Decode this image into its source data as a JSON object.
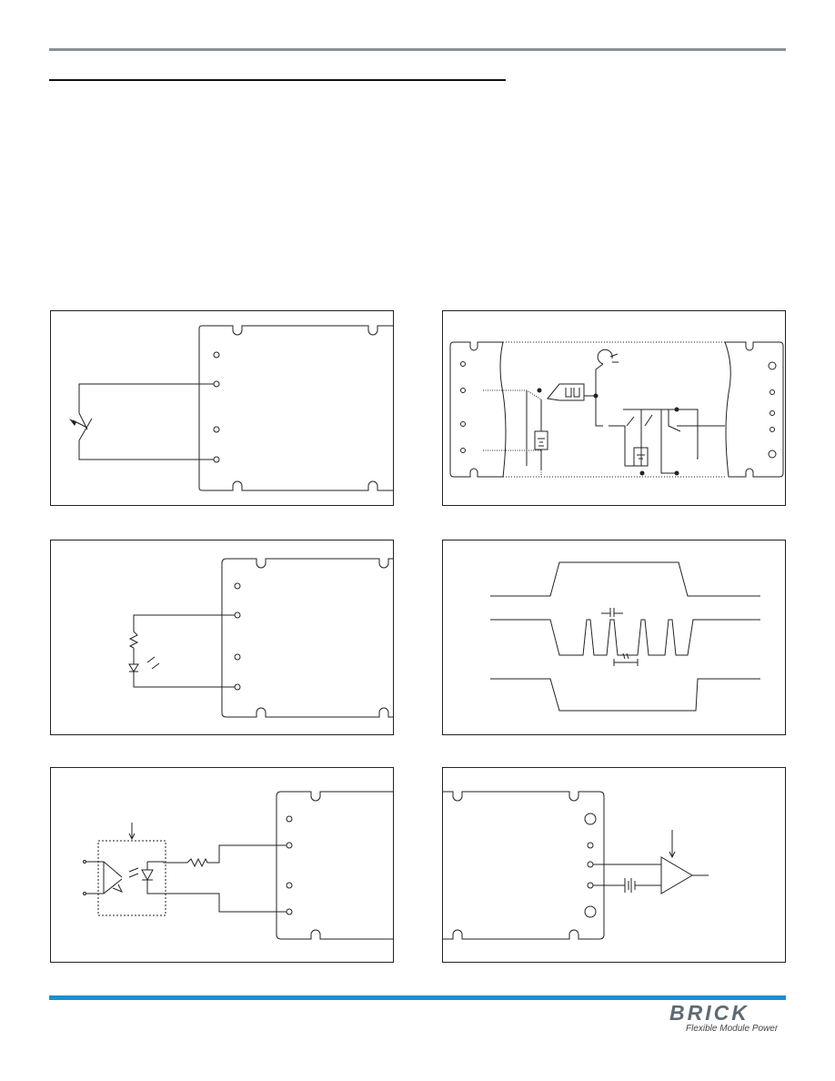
{
  "brand": {
    "name": "BRICK",
    "tagline": "Flexible Module Power",
    "color": "#5e6a74"
  },
  "colors": {
    "top_bar": "#8d9096",
    "footer_bar": "#1b8fd2",
    "line": "#222222"
  },
  "panels": [
    {
      "id": "panel-switch-enable",
      "icon": "toggle-switch-icon"
    },
    {
      "id": "panel-module-system",
      "icon": "battery-icon"
    },
    {
      "id": "panel-led-indicator",
      "icon": "led-icon"
    },
    {
      "id": "panel-timing-waveform",
      "icon": "waveform-icon"
    },
    {
      "id": "panel-optocoupler",
      "icon": "optocoupler-icon"
    },
    {
      "id": "panel-comparator",
      "icon": "amplifier-icon"
    }
  ]
}
